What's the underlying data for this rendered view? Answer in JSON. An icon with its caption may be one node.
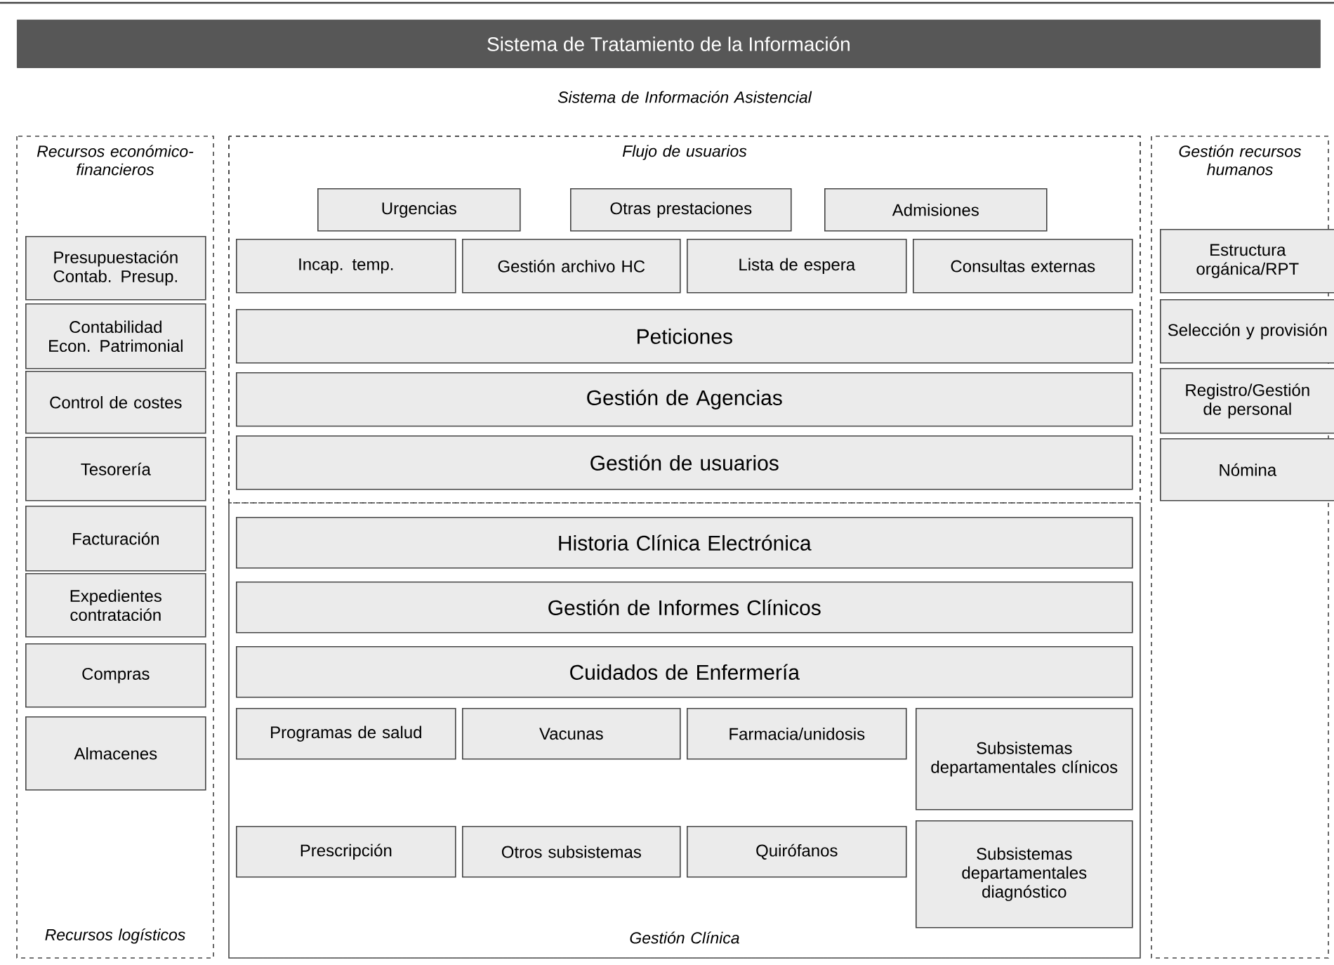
{
  "diagram": {
    "nodes": [
      {
        "text": [
          "Sistema de Tratamiento de la Información"
        ]
      },
      {
        "text": [
          "Recursos económico-financieros",
          "Recursos logísticos"
        ]
      },
      {
        "text": [
          "Presupuestación Contab. Presup."
        ],
        "in": 1
      },
      {
        "text": [
          "Contabilidad Econ. Patrimonial"
        ],
        "in": 1
      },
      {
        "text": [
          "Control de costes"
        ],
        "in": 1
      },
      {
        "text": [
          "Tesorería"
        ],
        "in": 1
      },
      {
        "text": [
          "Facturación"
        ],
        "in": 1
      },
      {
        "text": [
          "Expedientes contratación"
        ],
        "in": 1
      },
      {
        "text": [
          "Compras"
        ],
        "in": 1
      },
      {
        "text": [
          "Almacenes"
        ],
        "in": 1
      },
      {
        "text": [
          "Sistema de Información Asistencial"
        ]
      },
      {
        "text": [
          "Flujo de usuarios"
        ],
        "in": 10
      },
      {
        "text": [
          "Urgencias"
        ],
        "in": 11
      },
      {
        "text": [
          "Otras prestaciones"
        ],
        "in": 11
      },
      {
        "text": [
          "Admisiones"
        ],
        "in": 11
      },
      {
        "text": [
          "Incap. temp."
        ],
        "in": 11
      },
      {
        "text": [
          "Gestión archivo HC"
        ],
        "in": 11
      },
      {
        "text": [
          "Lista de espera"
        ],
        "in": 11
      },
      {
        "text": [
          "Consultas externas"
        ],
        "in": 11
      },
      {
        "text": [
          "Peticiones"
        ],
        "in": 11
      },
      {
        "text": [
          "Gestión de Agencias"
        ],
        "in": 11
      },
      {
        "text": [
          "Gestión de usuarios"
        ],
        "in": 11
      },
      {
        "text": [
          "Gestión Clínica"
        ],
        "in": 10
      },
      {
        "text": [
          "Historia Clínica Electrónica"
        ],
        "in": 22
      },
      {
        "text": [
          "Gestión de Informes Clínicos"
        ],
        "in": 22
      },
      {
        "text": [
          "Cuidados de Enfermería"
        ],
        "in": 22
      },
      {
        "text": [
          "Programas de salud"
        ],
        "in": 22
      },
      {
        "text": [
          "Vacunas"
        ],
        "in": 22
      },
      {
        "text": [
          "Farmacia/unidosis"
        ],
        "in": 22
      },
      {
        "text": [
          "Subsistemas departamentales clínicos"
        ],
        "in": 22
      },
      {
        "text": [
          "Prescripción"
        ],
        "in": 22
      },
      {
        "text": [
          "Otros subsistemas"
        ],
        "in": 22
      },
      {
        "text": [
          "Quirófanos"
        ],
        "in": 22
      },
      {
        "text": [
          "Subsistemas departamentales diagnóstico"
        ],
        "in": 22
      },
      {
        "text": [
          "Gestión recursos humanos"
        ]
      },
      {
        "text": [
          "Estructura orgánica/RPT"
        ],
        "in": 34
      },
      {
        "text": [
          "Selección y provisión"
        ],
        "in": 34
      },
      {
        "text": [
          "Registro/Gestión de personal"
        ],
        "in": 34
      },
      {
        "text": [
          "Nómina"
        ],
        "in": 34
      }
    ]
  }
}
